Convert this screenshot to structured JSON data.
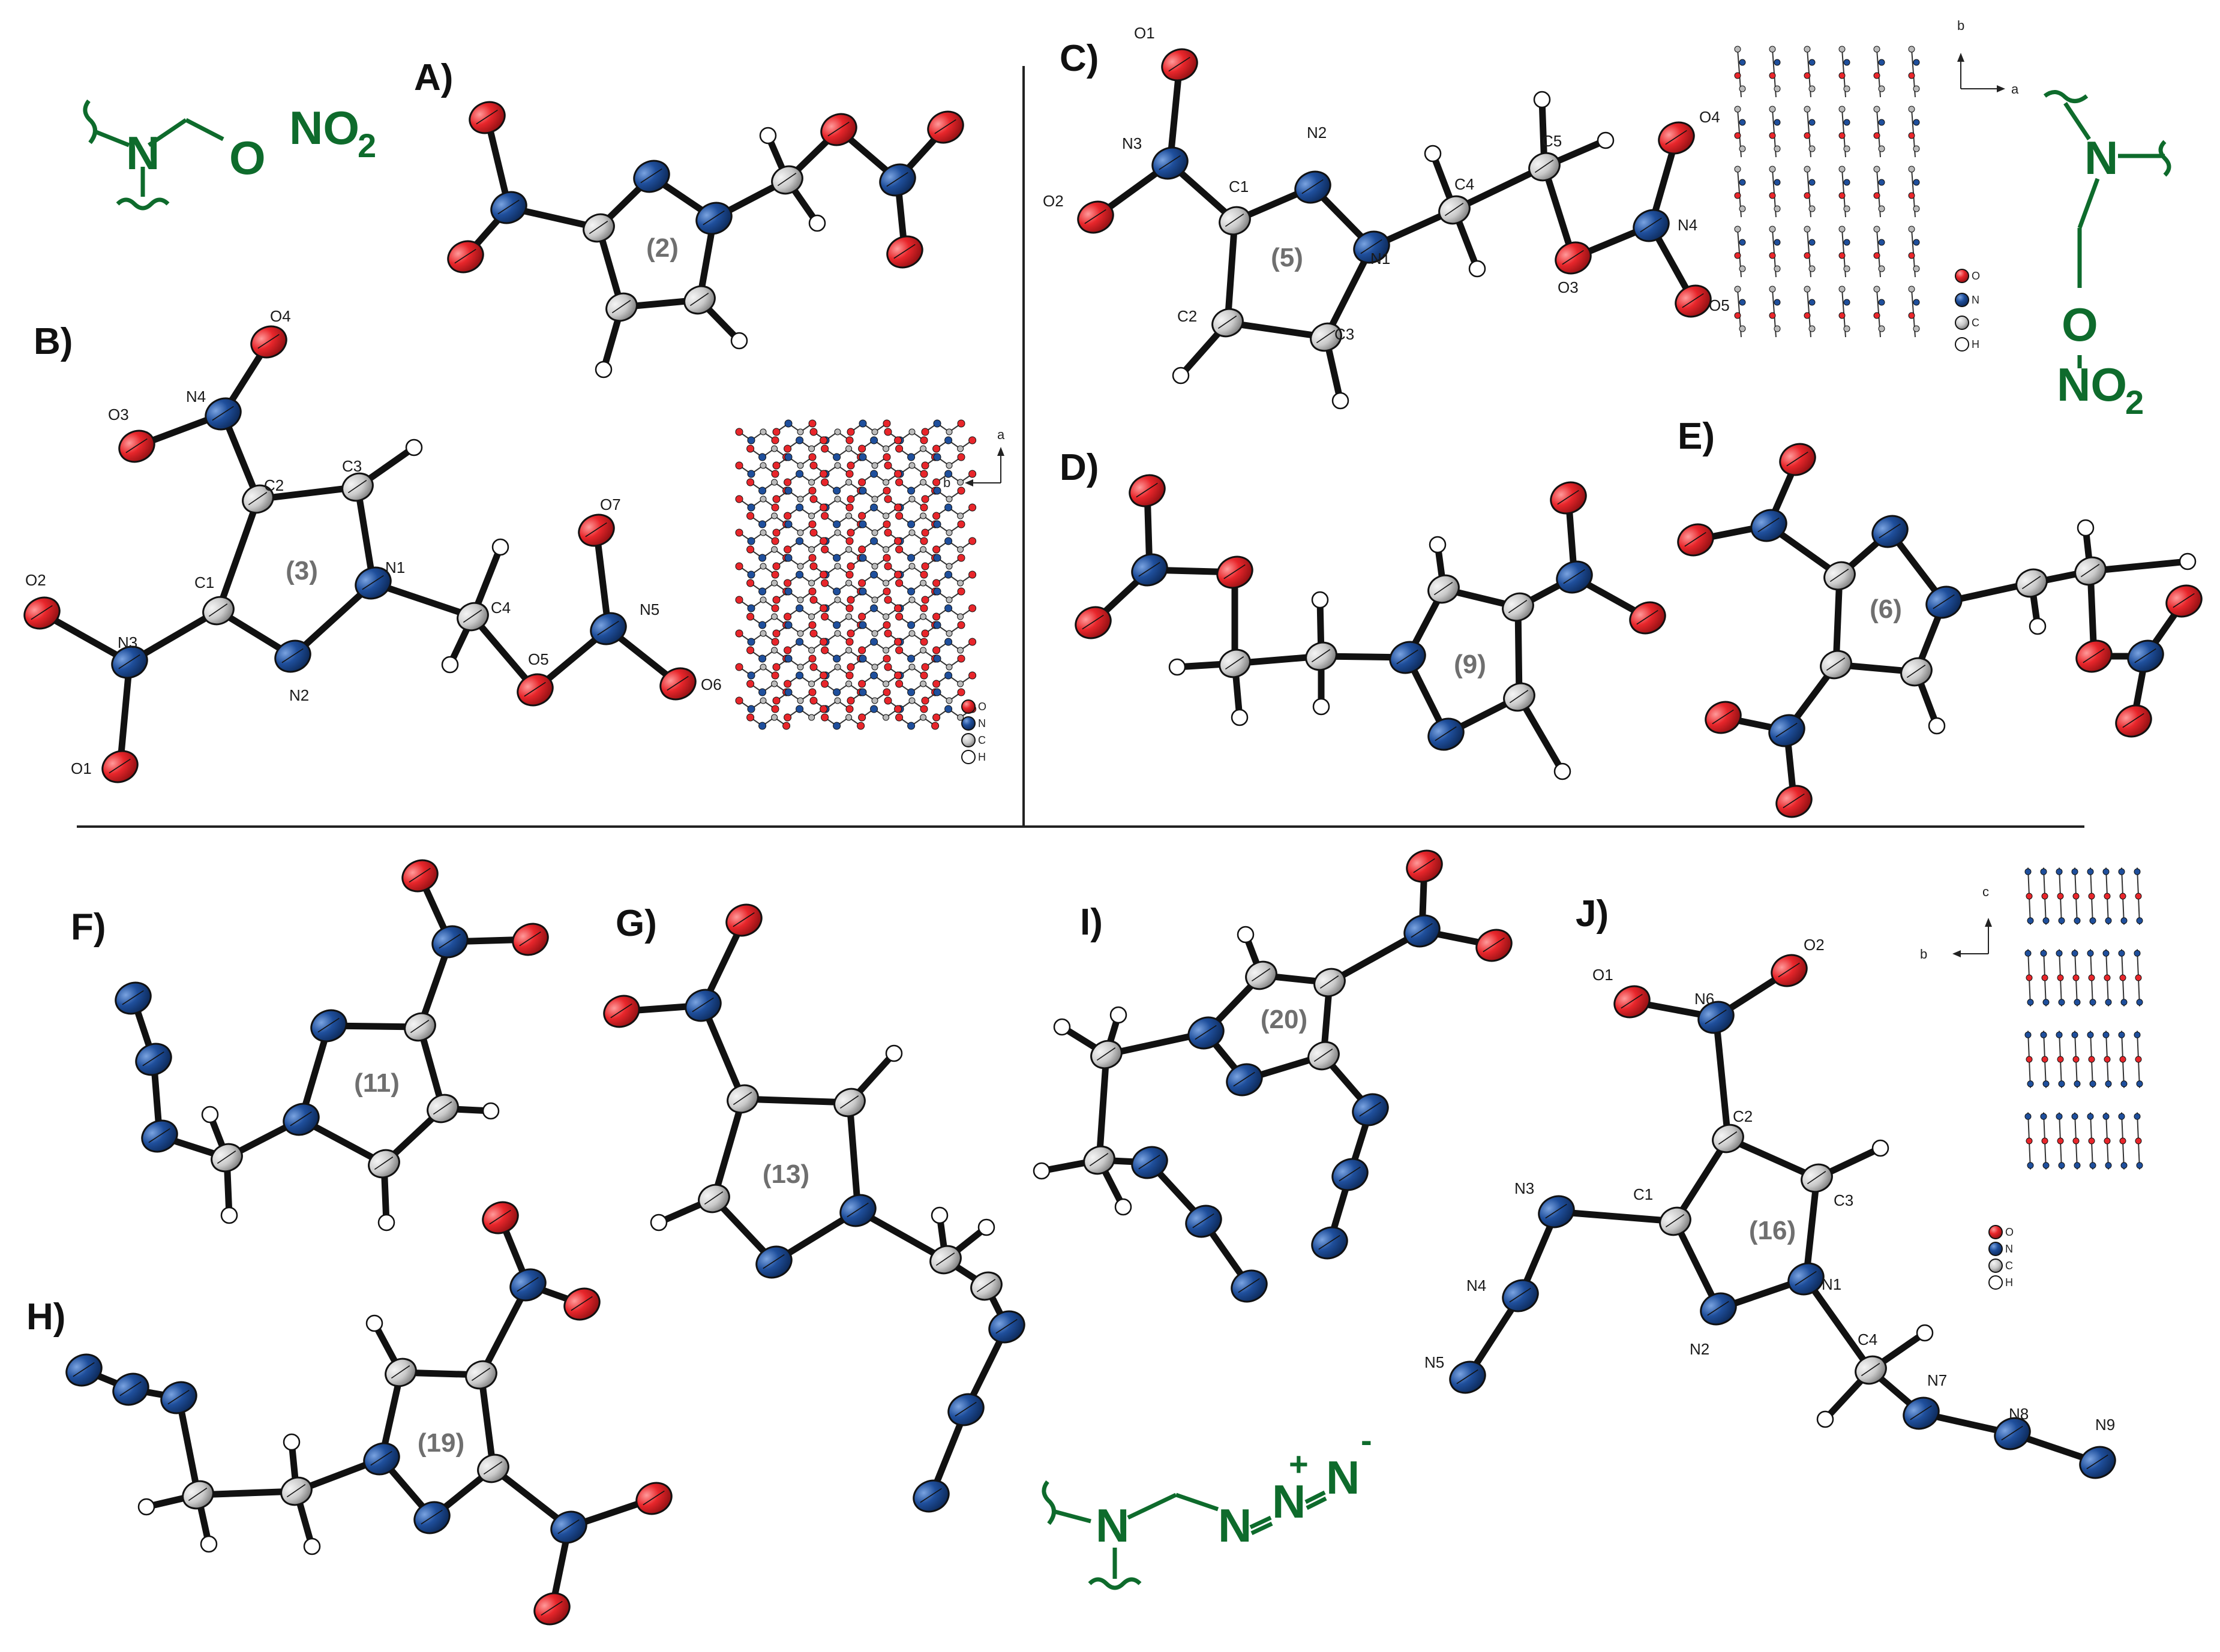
{
  "colors": {
    "oxygen": "#e8262b",
    "nitrogen": "#1f4f9c",
    "carbon": "#c9c9c9",
    "hydrogen": "#ffffff",
    "bond": "#111111",
    "schematic": "#0e6b2c",
    "compound_label": "#6f6f6f"
  },
  "legend_items": [
    "O",
    "N",
    "C",
    "H"
  ],
  "schematics": {
    "nitrate": {
      "n": "N",
      "o": "O",
      "no2": "NO",
      "sub": "2"
    },
    "ethyl_nitrate": {
      "n": "N",
      "o": "O",
      "no2": "NO",
      "sub": "2"
    },
    "azide": {
      "n": "N",
      "n2": "N",
      "n3": "N",
      "n4": "N",
      "plus": "+",
      "minus": "-"
    }
  },
  "axes": {
    "B": {
      "up": "a",
      "side": "b"
    },
    "C": {
      "up": "b",
      "side": "a"
    },
    "J": {
      "up": "c",
      "side": "b"
    }
  },
  "panels": {
    "A": {
      "label": "A)",
      "compound": "(2)"
    },
    "B": {
      "label": "B)",
      "compound": "(3)"
    },
    "C": {
      "label": "C)",
      "compound": "(5)"
    },
    "D": {
      "label": "D)",
      "compound": "(9)"
    },
    "E": {
      "label": "E)",
      "compound": "(6)"
    },
    "F": {
      "label": "F)",
      "compound": "(11)"
    },
    "G": {
      "label": "G)",
      "compound": "(13)"
    },
    "H": {
      "label": "H)",
      "compound": "(19)"
    },
    "I": {
      "label": "I)",
      "compound": "(20)"
    },
    "J": {
      "label": "J)",
      "compound": "(16)"
    }
  },
  "atom_labels": {
    "B": [
      "O4",
      "N4",
      "O3",
      "C2",
      "C3",
      "C1",
      "N1",
      "O2",
      "N3",
      "N2",
      "C4",
      "O7",
      "N5",
      "O5",
      "O6",
      "O1"
    ],
    "C": [
      "O1",
      "N3",
      "N2",
      "C1",
      "O2",
      "N1",
      "C4",
      "C5",
      "O4",
      "N4",
      "C2",
      "C3",
      "O3",
      "O5"
    ],
    "J": [
      "O1",
      "N6",
      "O2",
      "C2",
      "C3",
      "N3",
      "C1",
      "N1",
      "N4",
      "N2",
      "C4",
      "N5",
      "N7",
      "N8",
      "N9"
    ]
  }
}
